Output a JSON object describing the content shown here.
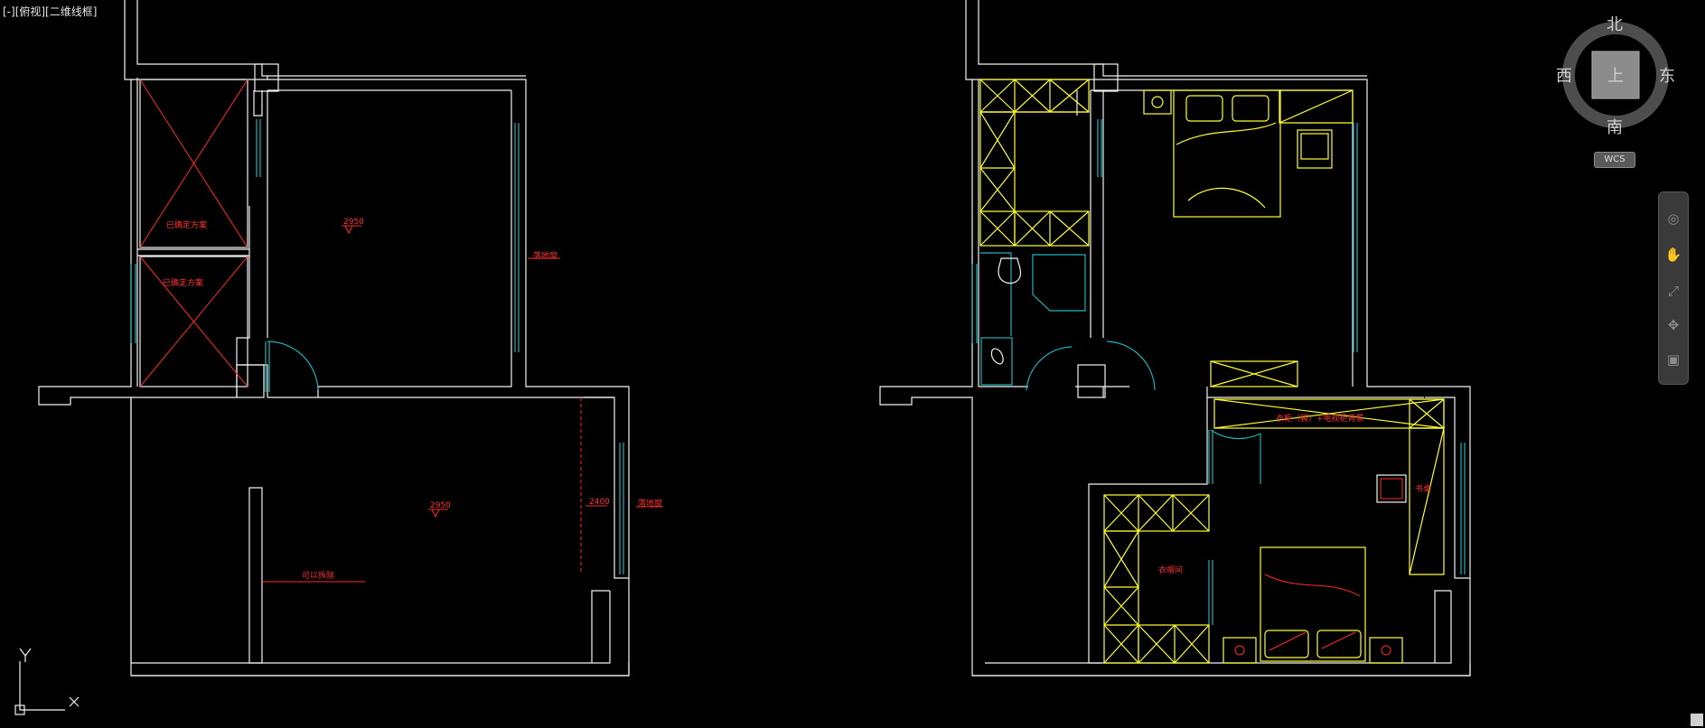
{
  "viewport": {
    "label": "[-][俯视][二维线框]"
  },
  "viewcube": {
    "north": "北",
    "south": "南",
    "east": "东",
    "west": "西",
    "top_face": "上",
    "coord_system": "WCS"
  },
  "ucs": {
    "x_label": "X",
    "y_label": "Y"
  },
  "plan_left": {
    "annotations": {
      "shaft_upper": "已确定方案",
      "shaft_lower": "已确定方案",
      "level_upper": "2950",
      "level_lower": "2950",
      "window_upper": "落地窗",
      "window_lower": "落地窗",
      "dim_right": "2400",
      "removable_wall": "可以拆除"
    }
  },
  "plan_right": {
    "annotations": {
      "wardrobe_top": "衣柜（装）+电视柜背景",
      "cloakroom": "衣帽间",
      "cabinet": "书桌"
    }
  },
  "colors": {
    "wall": "#f2f2f2",
    "furniture": "#ffff33",
    "annotation": "#ff2a2a",
    "glass": "#1fb3b8",
    "background": "#000000"
  },
  "nav_tools": [
    "steering-wheel-icon",
    "pan-hand-icon",
    "zoom-icon",
    "orbit-icon",
    "showmotion-icon"
  ]
}
